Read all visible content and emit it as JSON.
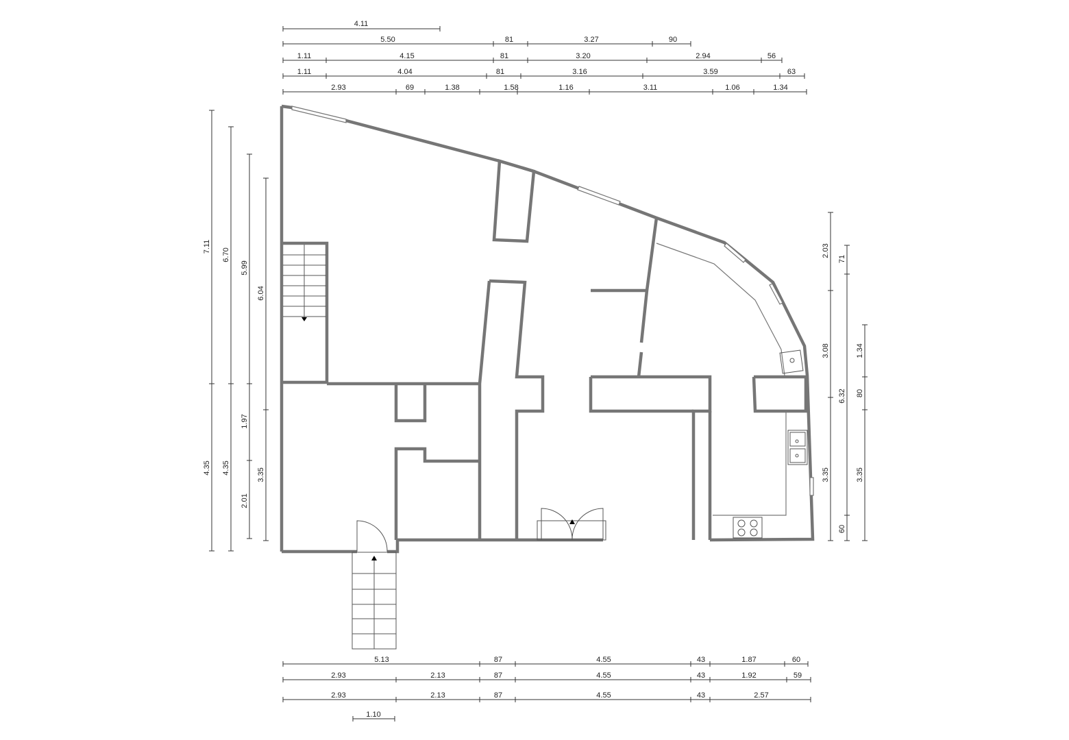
{
  "colors": {
    "wall": "#767676",
    "dimension": "#333333",
    "fixture": "#555555"
  },
  "dimensions": {
    "top": [
      {
        "row": 0,
        "values": [
          "4.11"
        ]
      },
      {
        "row": 1,
        "values": [
          "5.50",
          "81",
          "3.27",
          "90"
        ]
      },
      {
        "row": 2,
        "values": [
          "1.11",
          "4.15",
          "81",
          "3.20",
          "2.94",
          "56"
        ]
      },
      {
        "row": 3,
        "values": [
          "1.11",
          "4.04",
          "81",
          "3.16",
          "3.59",
          "63"
        ]
      },
      {
        "row": 4,
        "values": [
          "2.93",
          "69",
          "1.38",
          "1.58",
          "1.16",
          "3.11",
          "1.06",
          "1.34"
        ]
      }
    ],
    "left": [
      {
        "col": 0,
        "values": [
          "7.11",
          "4.35"
        ]
      },
      {
        "col": 1,
        "values": [
          "6.70",
          "4.35"
        ]
      },
      {
        "col": 2,
        "values": [
          "5.99",
          "1.97",
          "2.01"
        ]
      },
      {
        "col": 3,
        "values": [
          "6.04",
          "3.35"
        ]
      }
    ],
    "right": [
      {
        "col": 0,
        "values": [
          "2.03",
          "3.08",
          "3.35"
        ]
      },
      {
        "col": 1,
        "values": [
          "71",
          "6.32",
          "60"
        ]
      },
      {
        "col": 2,
        "values": [
          "1.34",
          "80",
          "3.35"
        ]
      }
    ],
    "bottom": [
      {
        "row": 0,
        "values": [
          "5.13",
          "87",
          "4.55",
          "43",
          "1.87",
          "60"
        ]
      },
      {
        "row": 1,
        "values": [
          "2.93",
          "2.13",
          "87",
          "4.55",
          "43",
          "1.92",
          "59"
        ]
      },
      {
        "row": 2,
        "values": [
          "2.93",
          "2.13",
          "87",
          "4.55",
          "43",
          "2.57"
        ]
      },
      {
        "row": 3,
        "values": [
          "1.10"
        ]
      }
    ]
  }
}
